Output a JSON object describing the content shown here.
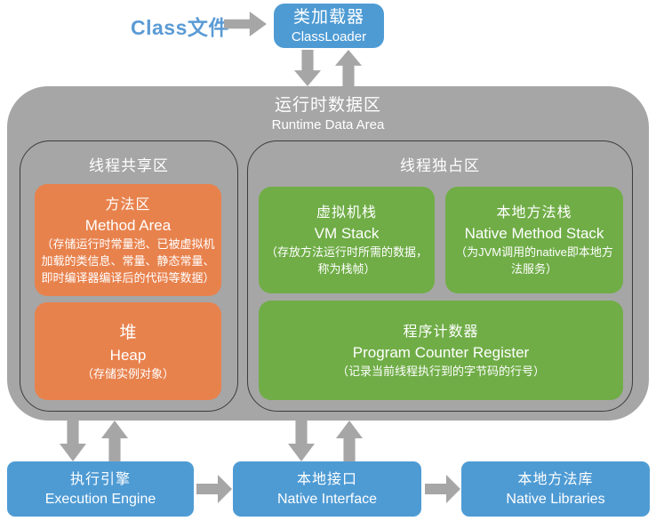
{
  "top": {
    "class_file_label": "Class文件",
    "class_loader": {
      "zh": "类加载器",
      "en": "ClassLoader"
    }
  },
  "runtime": {
    "title_zh": "运行时数据区",
    "title_en": "Runtime Data Area",
    "shared": {
      "title": "线程共享区",
      "blocks": [
        {
          "zh": "方法区",
          "en": "Method Area",
          "desc": "（存储运行时常量池、已被虚拟机加载的类信息、常量、静态常量、即时编译器编译后的代码等数据）"
        },
        {
          "zh": "堆",
          "en": "Heap",
          "desc": "（存储实例对象）"
        }
      ]
    },
    "exclusive": {
      "title": "线程独占区",
      "blocks": [
        {
          "zh": "虚拟机栈",
          "en": "VM Stack",
          "desc": "（存放方法运行时所需的数据，称为栈帧）"
        },
        {
          "zh": "本地方法栈",
          "en": "Native Method Stack",
          "desc": "（为JVM调用的native即本地方法服务）"
        },
        {
          "zh": "程序计数器",
          "en": "Program Counter Register",
          "desc": "（记录当前线程执行到的字节码的行号）"
        }
      ]
    }
  },
  "bottom": {
    "execution_engine": {
      "zh": "执行引擎",
      "en": "Execution Engine"
    },
    "native_interface": {
      "zh": "本地接口",
      "en": "Native Interface"
    },
    "native_libraries": {
      "zh": "本地方法库",
      "en": "Native Libraries"
    }
  },
  "colors": {
    "blue": "#4e9bd4",
    "blue-text": "#5b9bd5",
    "orange": "#e8824d",
    "green": "#70ad47",
    "gray": "#a6a6a6",
    "arrow": "#a6a6a6"
  }
}
